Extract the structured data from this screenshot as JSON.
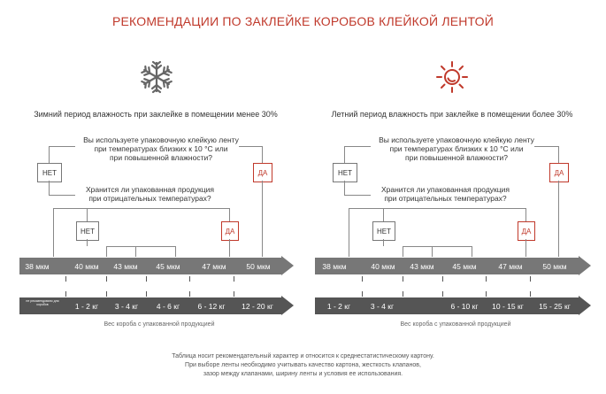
{
  "title": "РЕКОМЕНДАЦИИ ПО ЗАКЛЕЙКЕ КОРОБОВ КЛЕЙКОЙ ЛЕНТОЙ",
  "icons": {
    "left": "snowflake-icon",
    "right": "sun-icon"
  },
  "colors": {
    "accent": "#c0392b",
    "arrow": "#777777",
    "arrow_dark": "#555555"
  },
  "left": {
    "period": "Зимний период влажность при заклейке в помещении менее 30%",
    "q1": [
      "Вы используете упаковочную клейкую ленту",
      "при температурах близких к 10 °С или",
      "при повышенной влажности?"
    ],
    "q2": [
      "Хранится ли упакованная продукция",
      "при отрицательных температурах?"
    ],
    "no1": "НЕТ",
    "yes1": "ДА",
    "no2": "НЕТ",
    "yes2": "ДА",
    "widths": [
      "38 мкм",
      "40 мкм",
      "43 мкм",
      "45 мкм",
      "47 мкм",
      "50 мкм"
    ],
    "weight_note": "не рекомендовано для коробов",
    "weights": [
      "1 - 2 кг",
      "3 - 4 кг",
      "4 - 6 кг",
      "6 - 12 кг",
      "12 - 20 кг"
    ],
    "caption": "Вес короба с упакованной продукцией"
  },
  "right": {
    "period": "Летний период влажность при заклейке в помещении более 30%",
    "q1": [
      "Вы используете упаковочную клейкую ленту",
      "при температурах близких к 10 °С или",
      "при повышенной влажности?"
    ],
    "q2": [
      "Хранится ли упакованная продукция",
      "при отрицательных температурах?"
    ],
    "no1": "НЕТ",
    "yes1": "ДА",
    "no2": "НЕТ",
    "yes2": "ДА",
    "widths": [
      "38 мкм",
      "40 мкм",
      "43 мкм",
      "45 мкм",
      "47 мкм",
      "50 мкм"
    ],
    "weights": [
      "1 - 2 кг",
      "3 - 4 кг",
      "6 - 10 кг",
      "10 - 15 кг",
      "15 - 25 кг"
    ],
    "caption": "Вес короба с упакованной продукцией"
  },
  "footnote": [
    "Таблица носит рекомендательный характер и относится к среднестатистическому картону.",
    "При выборе ленты необходимо учитывать качество картона, жесткость клапанов,",
    "зазор между клапанами, ширину ленты и условия ее использования."
  ]
}
